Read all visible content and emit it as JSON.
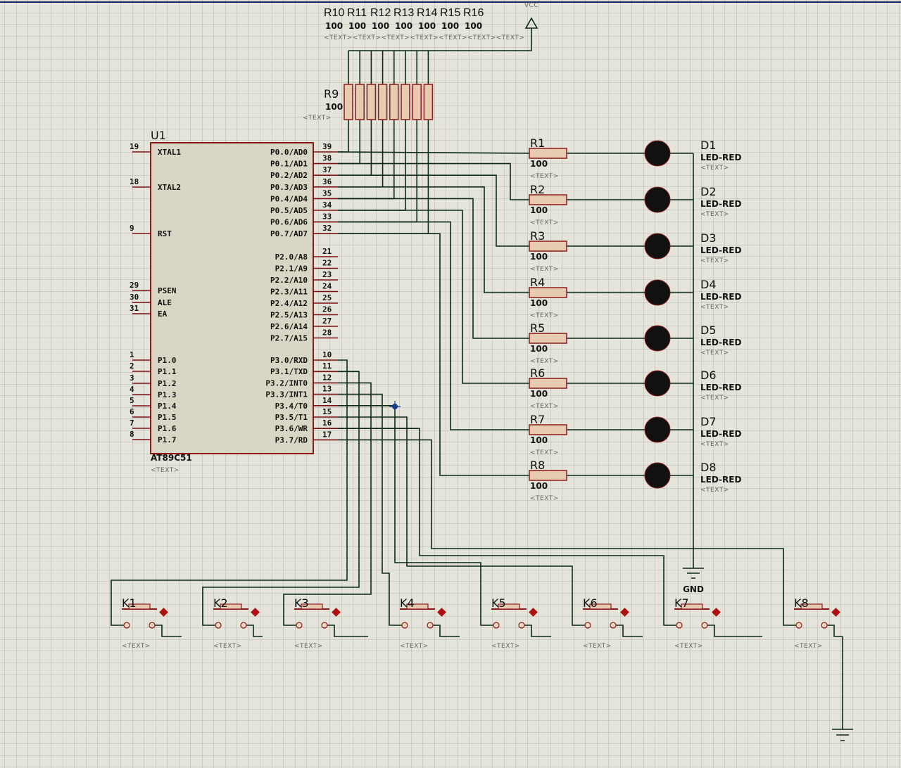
{
  "canvas": {
    "background": "#e4e4da",
    "grid_color": "#a8a8a0",
    "wire_color": "#0d2a14",
    "component_outline": "#8b1a1a",
    "resistor_fill": "#e6cbb0",
    "led_fill": "#111111"
  },
  "power": {
    "vcc_label": "VCC",
    "gnd_label": "GND"
  },
  "mcu": {
    "ref": "U1",
    "part": "AT89C51",
    "text": "<TEXT>",
    "left_pins": [
      {
        "num": "19",
        "name": "XTAL1"
      },
      {
        "num": "18",
        "name": "XTAL2"
      },
      {
        "num": "9",
        "name": "RST"
      },
      {
        "num": "29",
        "name": "PSEN"
      },
      {
        "num": "30",
        "name": "ALE"
      },
      {
        "num": "31",
        "name": "EA"
      },
      {
        "num": "1",
        "name": "P1.0"
      },
      {
        "num": "2",
        "name": "P1.1"
      },
      {
        "num": "3",
        "name": "P1.2"
      },
      {
        "num": "4",
        "name": "P1.3"
      },
      {
        "num": "5",
        "name": "P1.4"
      },
      {
        "num": "6",
        "name": "P1.5"
      },
      {
        "num": "7",
        "name": "P1.6"
      },
      {
        "num": "8",
        "name": "P1.7"
      }
    ],
    "right_pins": [
      {
        "num": "39",
        "name": "P0.0/AD0"
      },
      {
        "num": "38",
        "name": "P0.1/AD1"
      },
      {
        "num": "37",
        "name": "P0.2/AD2"
      },
      {
        "num": "36",
        "name": "P0.3/AD3"
      },
      {
        "num": "35",
        "name": "P0.4/AD4"
      },
      {
        "num": "34",
        "name": "P0.5/AD5"
      },
      {
        "num": "33",
        "name": "P0.6/AD6"
      },
      {
        "num": "32",
        "name": "P0.7/AD7"
      },
      {
        "num": "21",
        "name": "P2.0/A8"
      },
      {
        "num": "22",
        "name": "P2.1/A9"
      },
      {
        "num": "23",
        "name": "P2.2/A10"
      },
      {
        "num": "24",
        "name": "P2.3/A11"
      },
      {
        "num": "25",
        "name": "P2.4/A12"
      },
      {
        "num": "26",
        "name": "P2.5/A13"
      },
      {
        "num": "27",
        "name": "P2.6/A14"
      },
      {
        "num": "28",
        "name": "P2.7/A15"
      },
      {
        "num": "10",
        "name": "P3.0/RXD"
      },
      {
        "num": "11",
        "name": "P3.1/TXD"
      },
      {
        "num": "12",
        "name": "P3.2/INT0"
      },
      {
        "num": "13",
        "name": "P3.3/INT1"
      },
      {
        "num": "14",
        "name": "P3.4/T0"
      },
      {
        "num": "15",
        "name": "P3.5/T1"
      },
      {
        "num": "16",
        "name": "P3.6/WR"
      },
      {
        "num": "17",
        "name": "P3.7/RD"
      }
    ]
  },
  "pullups": {
    "r9": {
      "ref": "R9",
      "value": "100",
      "text": "<TEXT>"
    },
    "top": [
      {
        "ref": "R10",
        "value": "100"
      },
      {
        "ref": "R11",
        "value": "100"
      },
      {
        "ref": "R12",
        "value": "100"
      },
      {
        "ref": "R13",
        "value": "100"
      },
      {
        "ref": "R14",
        "value": "100"
      },
      {
        "ref": "R15",
        "value": "100"
      },
      {
        "ref": "R16",
        "value": "100"
      }
    ],
    "top_text": "<TEXT><TEXT><TEXT><TEXT><TEXT><TEXT><TEXT>"
  },
  "resistors": [
    {
      "ref": "R1",
      "value": "100",
      "text": "<TEXT>"
    },
    {
      "ref": "R2",
      "value": "100",
      "text": "<TEXT>"
    },
    {
      "ref": "R3",
      "value": "100",
      "text": "<TEXT>"
    },
    {
      "ref": "R4",
      "value": "100",
      "text": "<TEXT>"
    },
    {
      "ref": "R5",
      "value": "100",
      "text": "<TEXT>"
    },
    {
      "ref": "R6",
      "value": "100",
      "text": "<TEXT>"
    },
    {
      "ref": "R7",
      "value": "100",
      "text": "<TEXT>"
    },
    {
      "ref": "R8",
      "value": "100",
      "text": "<TEXT>"
    }
  ],
  "leds": [
    {
      "ref": "D1",
      "part": "LED-RED",
      "text": "<TEXT>"
    },
    {
      "ref": "D2",
      "part": "LED-RED",
      "text": "<TEXT>"
    },
    {
      "ref": "D3",
      "part": "LED-RED",
      "text": "<TEXT>"
    },
    {
      "ref": "D4",
      "part": "LED-RED",
      "text": "<TEXT>"
    },
    {
      "ref": "D5",
      "part": "LED-RED",
      "text": "<TEXT>"
    },
    {
      "ref": "D6",
      "part": "LED-RED",
      "text": "<TEXT>"
    },
    {
      "ref": "D7",
      "part": "LED-RED",
      "text": "<TEXT>"
    },
    {
      "ref": "D8",
      "part": "LED-RED",
      "text": "<TEXT>"
    }
  ],
  "buttons": [
    {
      "ref": "K1",
      "text": "<TEXT>"
    },
    {
      "ref": "K2",
      "text": "<TEXT>"
    },
    {
      "ref": "K3",
      "text": "<TEXT>"
    },
    {
      "ref": "K4",
      "text": "<TEXT>"
    },
    {
      "ref": "K5",
      "text": "<TEXT>"
    },
    {
      "ref": "K6",
      "text": "<TEXT>"
    },
    {
      "ref": "K7",
      "text": "<TEXT>"
    },
    {
      "ref": "K8",
      "text": "<TEXT>"
    }
  ]
}
